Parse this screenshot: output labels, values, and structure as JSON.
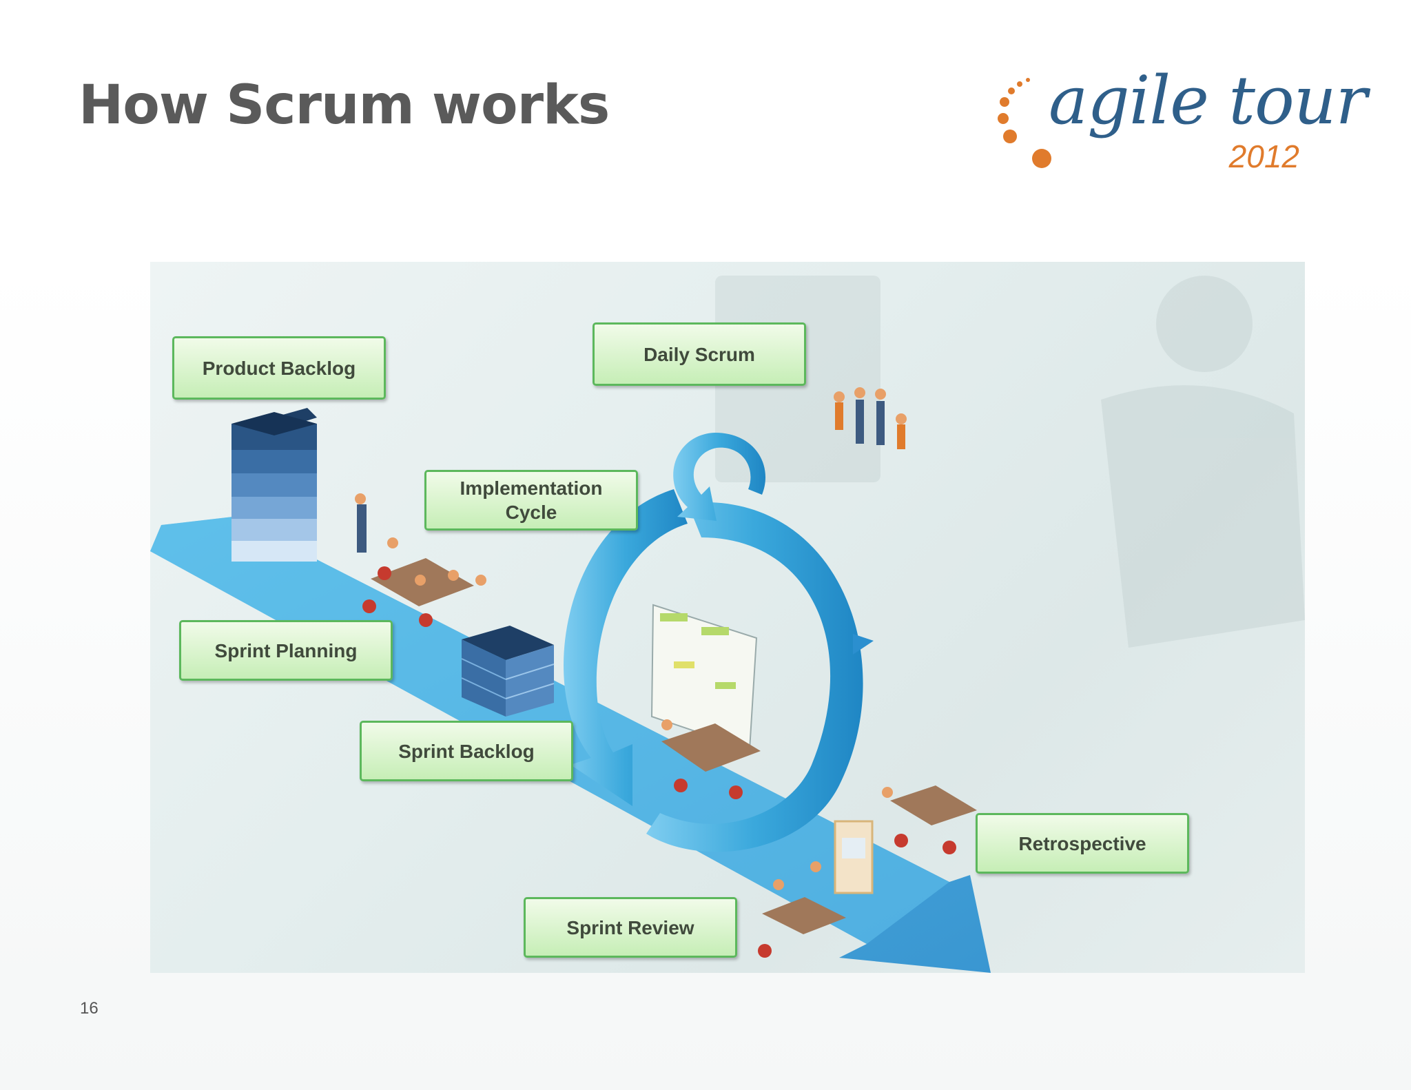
{
  "slide": {
    "title": "How Scrum works",
    "page_number": "16"
  },
  "logo": {
    "name": "agile tour",
    "year": "2012"
  },
  "diagram": {
    "labels": {
      "product_backlog": "Product Backlog",
      "daily_scrum": "Daily Scrum",
      "implementation_cycle": "Implementation\nCycle",
      "sprint_planning": "Sprint Planning",
      "sprint_backlog": "Sprint Backlog",
      "retrospective": "Retrospective",
      "sprint_review": "Sprint Review"
    }
  },
  "colors": {
    "title": "#5a5a5a",
    "logo_blue": "#2f5f8a",
    "logo_orange": "#e07b2c",
    "label_border": "#5cb85c",
    "arrow_blue": "#3aa8dc"
  }
}
